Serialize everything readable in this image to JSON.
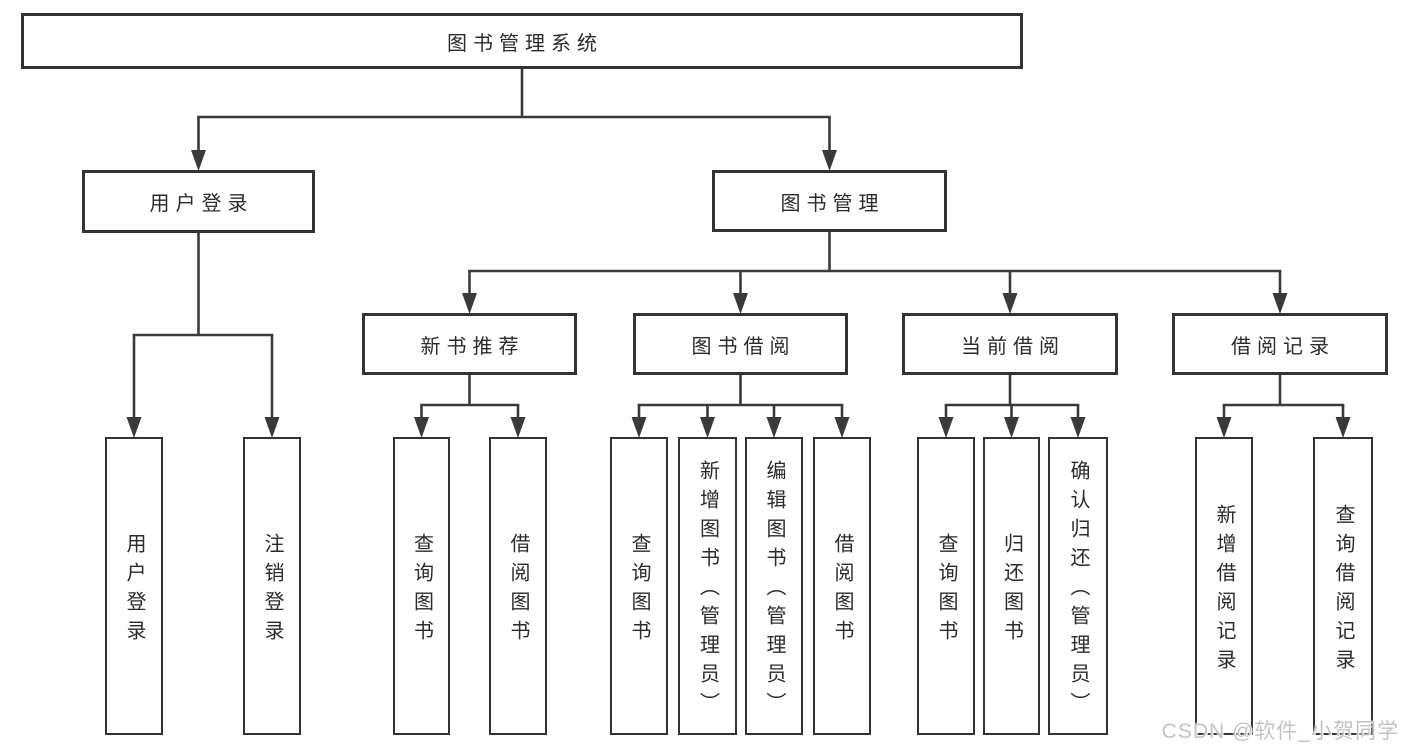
{
  "diagram": {
    "title": "图书管理系统",
    "nodes": [
      {
        "id": "system-root",
        "label": "图书管理系统",
        "parent": null
      },
      {
        "id": "user-login",
        "label": "用户登录",
        "parent": "system-root"
      },
      {
        "id": "book-management",
        "label": "图书管理",
        "parent": "system-root"
      },
      {
        "id": "user-login-leaf",
        "label": "用户登录",
        "parent": "user-login"
      },
      {
        "id": "logout-leaf",
        "label": "注销登录",
        "parent": "user-login"
      },
      {
        "id": "new-book-recommend",
        "label": "新书推荐",
        "parent": "book-management"
      },
      {
        "id": "book-borrowing",
        "label": "图书借阅",
        "parent": "book-management"
      },
      {
        "id": "current-borrowing",
        "label": "当前借阅",
        "parent": "book-management"
      },
      {
        "id": "borrowing-records",
        "label": "借阅记录",
        "parent": "book-management"
      },
      {
        "id": "recommend-query-books",
        "label": "查询图书",
        "parent": "new-book-recommend"
      },
      {
        "id": "recommend-borrow-books",
        "label": "借阅图书",
        "parent": "new-book-recommend"
      },
      {
        "id": "borrowing-query-books",
        "label": "查询图书",
        "parent": "book-borrowing"
      },
      {
        "id": "borrowing-add-books",
        "label": "新增图书（管理员）",
        "parent": "book-borrowing"
      },
      {
        "id": "borrowing-edit-books",
        "label": "编辑图书（管理员）",
        "parent": "book-borrowing"
      },
      {
        "id": "borrowing-borrow-books",
        "label": "借阅图书",
        "parent": "book-borrowing"
      },
      {
        "id": "current-query-books",
        "label": "查询图书",
        "parent": "current-borrowing"
      },
      {
        "id": "current-return-books",
        "label": "归还图书",
        "parent": "current-borrowing"
      },
      {
        "id": "current-confirm-return",
        "label": "确认归还（管理员）",
        "parent": "current-borrowing"
      },
      {
        "id": "records-add-record",
        "label": "新增借阅记录",
        "parent": "borrowing-records"
      },
      {
        "id": "records-query-record",
        "label": "查询借阅记录",
        "parent": "borrowing-records"
      }
    ]
  },
  "watermark": {
    "text": "CSDN @软件_小贺同学"
  },
  "colors": {
    "background": "#ffffff",
    "line": "#3a3a3a",
    "box_border": "#333333",
    "text": "#2b2b2b",
    "watermark": "#c3c3c1"
  }
}
